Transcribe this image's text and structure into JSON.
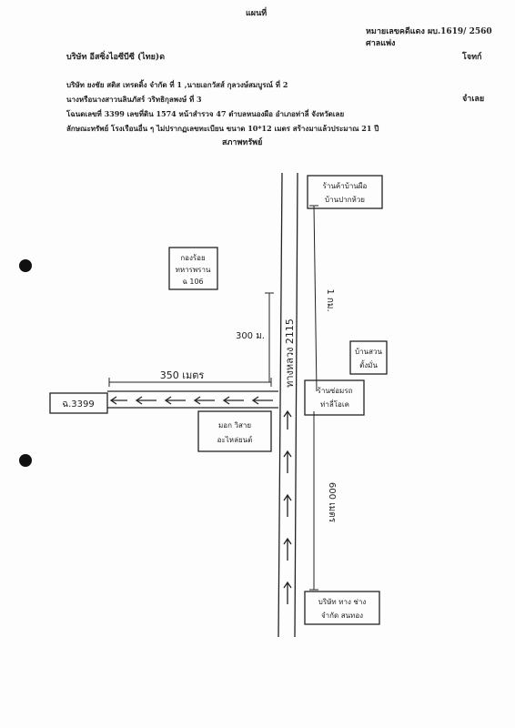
{
  "header": {
    "title": "แผนที่",
    "case_number": "หมายเลขคดีแดง ผบ.1619/ 2560",
    "court": "ศาลแพ่ง",
    "plaintiff": "บริษัท อีสซิ่งไอซีบีซี (ไทย)ด",
    "plaintiff_role": "โจทก์",
    "defendant_line1": "บริษัท ยงชัย สติส เทรดดิ้ง จำกัด ที่ 1 ,นายเอกวัสส์ กุลวงษ์สมบูรณ์ ที่ 2",
    "defendant_line2": "นางหรือนางสาวนลินภัสร์ วริทธิกุลพงษ์ ที่ 3",
    "defendant_role": "จำเลย",
    "deed_line": "โฉนดเลขที่ 3399 เลขที่ดิน 1574 หน้าสำรวจ 47 ตำบลหนองผือ อำเภอท่าลี่ จังหวัดเลย",
    "property_line": "ลักษณะทรัพย์ โรงเรือนอื่น ๆ ไม่ปรากฏเลขทะเบียน ขนาด 10*12 เมตร สร้างมาแล้วประมาณ 21 ปี",
    "subtitle": "สภาพทรัพย์"
  },
  "map": {
    "plot_label": "ฉ.3399",
    "road_label": "ทางหลวง 2115",
    "dist_350": "350 เมตร",
    "dist_300": "300 ม.",
    "dist_1km": "1 กม.",
    "dist_600": "600 เมตร",
    "lm_top_right": [
      "ร้านค้าบ้านผือ",
      "บ้านปากห้วย"
    ],
    "lm_left": [
      "กองร้อย",
      "ทหารพราน",
      "ฉ 106"
    ],
    "lm_right_mid": [
      "บ้านสวน",
      "ตั้งมั่น"
    ],
    "lm_center_right": [
      "ร้านซ่อมรถ",
      "ท่าลี่โอเค"
    ],
    "lm_center_left": [
      "มอก วิสาย",
      "อะไหล่ยนต์"
    ],
    "lm_bottom_right": [
      "บริษัท ทาง ช่าง",
      "จำกัด สนทอง"
    ]
  },
  "colors": {
    "ink": "#222222",
    "paper": "#fdfdfd"
  }
}
